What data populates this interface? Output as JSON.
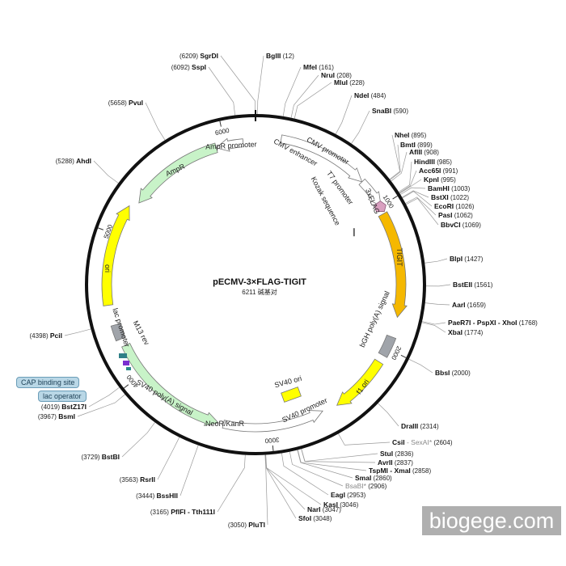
{
  "title": "pECMV-3×FLAG-TIGIT",
  "subtitle": "6211 碱基对",
  "watermark": "biogege.com",
  "total_bp": 6211,
  "ticks": [
    "1000",
    "2000",
    "3000",
    "4000",
    "5000",
    "6000"
  ],
  "colors": {
    "backbone": "#111111",
    "promoter": "#ffffff",
    "cds_orange": "#f5b800",
    "marker_green": "#c8f3c8",
    "ori_yellow": "#ffff00",
    "polyA_grey": "#a0a4aa",
    "flag_pink": "#d9a0c0",
    "lac_teal": "#2e7f86",
    "m13_purple": "#7a2fd0"
  },
  "sites": [
    {
      "name": "SgrDI",
      "pos": "(6209)",
      "bp": 6209
    },
    {
      "name": "SspI",
      "pos": "(6092)",
      "bp": 6092
    },
    {
      "name": "BglII",
      "pos": "(12)",
      "bp": 12
    },
    {
      "name": "MfeI",
      "pos": "(161)",
      "bp": 161
    },
    {
      "name": "NruI",
      "pos": "(208)",
      "bp": 208
    },
    {
      "name": "MluI",
      "pos": "(228)",
      "bp": 228
    },
    {
      "name": "NdeI",
      "pos": "(484)",
      "bp": 484
    },
    {
      "name": "SnaBI",
      "pos": "(590)",
      "bp": 590
    },
    {
      "name": "PvuI",
      "pos": "(5658)",
      "bp": 5658
    },
    {
      "name": "NheI",
      "pos": "(895)",
      "bp": 895
    },
    {
      "name": "BmtI",
      "pos": "(899)",
      "bp": 899
    },
    {
      "name": "AflII",
      "pos": "(908)",
      "bp": 908
    },
    {
      "name": "HindIII",
      "pos": "(985)",
      "bp": 985
    },
    {
      "name": "Acc65I",
      "pos": "(991)",
      "bp": 991
    },
    {
      "name": "KpnI",
      "pos": "(995)",
      "bp": 995
    },
    {
      "name": "BamHI",
      "pos": "(1003)",
      "bp": 1003
    },
    {
      "name": "BstXI",
      "pos": "(1022)",
      "bp": 1022
    },
    {
      "name": "EcoRI",
      "pos": "(1026)",
      "bp": 1026
    },
    {
      "name": "PasI",
      "pos": "(1062)",
      "bp": 1062
    },
    {
      "name": "BbvCI",
      "pos": "(1069)",
      "bp": 1069
    },
    {
      "name": "AhdI",
      "pos": "(5288)",
      "bp": 5288
    },
    {
      "name": "BlpI",
      "pos": "(1427)",
      "bp": 1427
    },
    {
      "name": "BstEII",
      "pos": "(1561)",
      "bp": 1561
    },
    {
      "name": "AarI",
      "pos": "(1659)",
      "bp": 1659
    },
    {
      "name": "PaeR7I - PspXI - XhoI",
      "pos": "(1768)",
      "bp": 1768
    },
    {
      "name": "XbaI",
      "pos": "(1774)",
      "bp": 1774
    },
    {
      "name": "PciI",
      "pos": "(4398)",
      "bp": 4398
    },
    {
      "name": "BbsI",
      "pos": "(2000)",
      "bp": 2000
    },
    {
      "name": "BstZ17I",
      "pos": "(4019)",
      "bp": 4019
    },
    {
      "name": "BsmI",
      "pos": "(3967)",
      "bp": 3967
    },
    {
      "name": "DraIII",
      "pos": "(2314)",
      "bp": 2314
    },
    {
      "name": "CsiI",
      "pos": "(2604)",
      "bp": 2604,
      "extra": "SexAI*"
    },
    {
      "name": "BstBI",
      "pos": "(3729)",
      "bp": 3729
    },
    {
      "name": "StuI",
      "pos": "(2836)",
      "bp": 2836
    },
    {
      "name": "AvrII",
      "pos": "(2837)",
      "bp": 2837
    },
    {
      "name": "TspMI - XmaI",
      "pos": "(2858)",
      "bp": 2858
    },
    {
      "name": "SmaI",
      "pos": "(2860)",
      "bp": 2860
    },
    {
      "name": "BsaBI*",
      "pos": "(2906)",
      "bp": 2906,
      "grey": true
    },
    {
      "name": "RsrII",
      "pos": "(3563)",
      "bp": 3563
    },
    {
      "name": "EagI",
      "pos": "(2953)",
      "bp": 2953
    },
    {
      "name": "BssHII",
      "pos": "(3444)",
      "bp": 3444
    },
    {
      "name": "KasI",
      "pos": "(3046)",
      "bp": 3046
    },
    {
      "name": "NarI",
      "pos": "(3047)",
      "bp": 3047
    },
    {
      "name": "SfoI",
      "pos": "(3048)",
      "bp": 3048
    },
    {
      "name": "PflFI - Tth111I",
      "pos": "(3165)",
      "bp": 3165
    },
    {
      "name": "PluTI",
      "pos": "(3050)",
      "bp": 3050
    }
  ],
  "features": [
    {
      "name": "CMV enhancer"
    },
    {
      "name": "CMV promoter"
    },
    {
      "name": "T7 promoter"
    },
    {
      "name": "3xFLAG"
    },
    {
      "name": "Kozak sequence"
    },
    {
      "name": "TIGIT"
    },
    {
      "name": "bGH poly(A) signal"
    },
    {
      "name": "f1 ori"
    },
    {
      "name": "SV40 ori"
    },
    {
      "name": "SV40 promoter"
    },
    {
      "name": "NeoR/KanR"
    },
    {
      "name": "SV40 poly(A) signal"
    },
    {
      "name": "AmpR promoter"
    },
    {
      "name": "AmpR"
    },
    {
      "name": "ori"
    },
    {
      "name": "lac promoter"
    },
    {
      "name": "M13 rev"
    },
    {
      "name": "lac operator"
    },
    {
      "name": "CAP binding site"
    }
  ],
  "badges": {
    "cap": "CAP binding site",
    "lac_operator": "lac operator"
  }
}
